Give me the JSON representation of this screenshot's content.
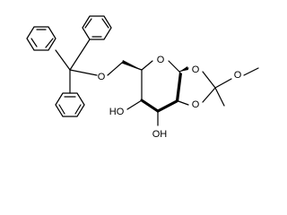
{
  "diagram": {
    "type": "chemical-structure",
    "atom_labels": {
      "ether_o": "O",
      "ring_o": "O",
      "acetal_o_top": "O",
      "acetal_o_bottom": "O",
      "methoxy_o": "O",
      "hydroxyl_left": "HO",
      "hydroxyl_bottom": "OH"
    },
    "colors": {
      "bond": "#000000",
      "background": "#ffffff"
    }
  }
}
